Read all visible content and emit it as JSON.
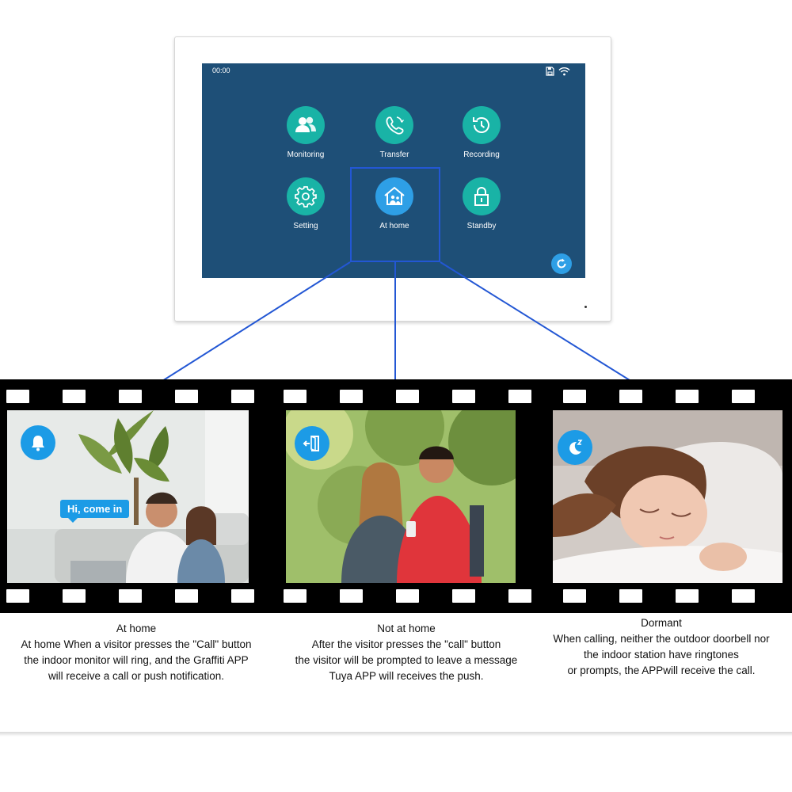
{
  "monitor": {
    "clock": "00:00",
    "status_icons": [
      "sd-card-icon",
      "wifi-icon"
    ],
    "apps": [
      {
        "label": "Monitoring",
        "icon": "users-icon"
      },
      {
        "label": "Transfer",
        "icon": "phone-transfer-icon"
      },
      {
        "label": "Recording",
        "icon": "history-icon"
      },
      {
        "label": "Setting",
        "icon": "gear-icon"
      },
      {
        "label": "At home",
        "icon": "home-people-icon"
      },
      {
        "label": "Standby",
        "icon": "lock-icon"
      }
    ],
    "refresh_icon": "refresh-icon",
    "colors": {
      "screen": "#1e4f77",
      "teal": "#19b3a6",
      "blue": "#2e9fe6",
      "highlight": "#2357d4"
    }
  },
  "film": {
    "frames": [
      {
        "icon": "bell-icon",
        "bubble": "Hi, come in"
      },
      {
        "icon": "door-exit-icon"
      },
      {
        "icon": "moon-sleep-icon"
      }
    ]
  },
  "captions": [
    {
      "title": "At home",
      "lines": [
        "At home When a visitor presses the \"Call\" button",
        "the indoor monitor will ring, and the Graffiti APP",
        "will receive a call or push notification."
      ]
    },
    {
      "title": "Not at home",
      "lines": [
        "After the visitor presses the \"call\" button",
        "the visitor will be prompted to leave a message",
        "Tuya APP will receives the push."
      ]
    },
    {
      "title": "Dormant",
      "lines": [
        "When calling, neither the outdoor doorbell nor",
        "the indoor station have ringtones",
        "or prompts, the APPwill receive the call."
      ]
    }
  ]
}
